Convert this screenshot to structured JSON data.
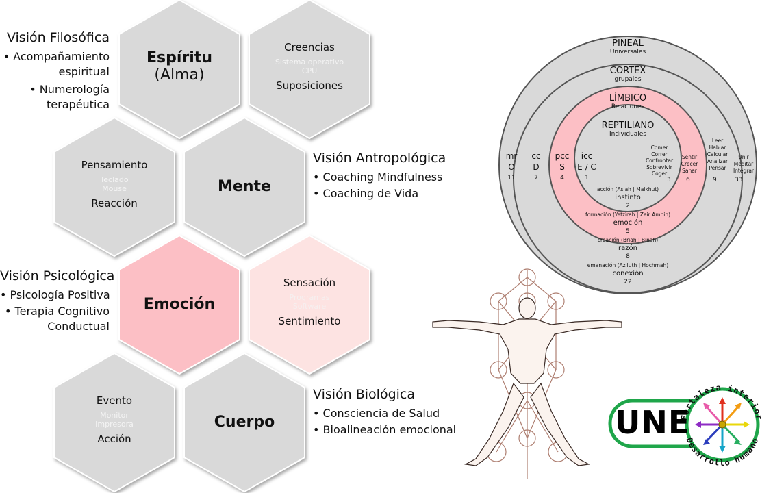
{
  "hexagons": {
    "espiritu": {
      "title": "Espíritu",
      "subtitle": "(Alma)"
    },
    "creencias": {
      "top": "Creencias",
      "faint": [
        "Sistema operativo",
        "CPU"
      ],
      "bottom": "Suposiciones"
    },
    "pensamiento": {
      "top": "Pensamiento",
      "faint": [
        "Teclado",
        "Mouse"
      ],
      "bottom": "Reacción"
    },
    "mente": {
      "title": "Mente"
    },
    "emocion": {
      "title": "Emoción"
    },
    "sensacion": {
      "top": "Sensación",
      "faint": [
        "Programas",
        "Software"
      ],
      "bottom": "Sentimiento"
    },
    "evento": {
      "top": "Evento",
      "faint": [
        "Monitor",
        "Impresora"
      ],
      "bottom": "Acción"
    },
    "cuerpo": {
      "title": "Cuerpo"
    }
  },
  "visions": {
    "filosofica": {
      "title": "Visión Filosófica",
      "items": [
        "• Acompañamiento",
        "espiritual",
        "• Numerología",
        "terapéutica"
      ]
    },
    "antropologica": {
      "title": "Visión Antropológica",
      "items": [
        "• Coaching Mindfulness",
        "• Coaching de Vida"
      ]
    },
    "psicologica": {
      "title": "Visión Psicológica",
      "items": [
        "• Psicología Positiva",
        "• Terapia Cognitivo",
        "Conductual"
      ]
    },
    "biologica": {
      "title": "Visión Biológica",
      "items": [
        "• Consciencia de Salud",
        "• Bioalineación emocional"
      ]
    }
  },
  "brain": {
    "pineal": {
      "title": "PINEAL",
      "sub": "Universales"
    },
    "cortex": {
      "title": "CORTEX",
      "sub": "grupales"
    },
    "limbico": {
      "title": "LÍMBICO",
      "sub": "Relaciones"
    },
    "reptiliano": {
      "title": "REPTILIANO",
      "sub": "Individuales"
    },
    "cols": {
      "mr": [
        "mr",
        "O",
        "11"
      ],
      "cc": [
        "cc",
        "D",
        "7"
      ],
      "pcc": [
        "pcc",
        "S",
        "4"
      ],
      "icc": [
        "icc",
        "E / C",
        "1"
      ]
    },
    "lists": {
      "rept": [
        "Comer",
        "Correr",
        "Confrontar",
        "Sobrevivir",
        "Coger"
      ],
      "rept_num": "3",
      "limb": [
        "Sentir",
        "Crecer",
        "Sanar"
      ],
      "limb_num": "6",
      "cort": [
        "Leer",
        "Hablar",
        "Calcular",
        "Analizar",
        "Pensar"
      ],
      "cort_num": "9",
      "pin": [
        "Unir",
        "Meditar",
        "Integrar"
      ],
      "pin_num": "33"
    },
    "bottom": {
      "accion": "acción (Asiah | Malkhut)",
      "instinto": "instinto",
      "n2": "2",
      "formacion": "formación (Yetzirah | Zeir Ampin)",
      "emocion": "emoción",
      "n5": "5",
      "creacion": "creación (Briah | Binah)",
      "razon": "razón",
      "n8": "8",
      "emanacion": "emanación (Aziluth | Hochmah)",
      "conexion": "conexión",
      "n22": "22"
    }
  },
  "logo": {
    "text": "UNE",
    "arc_top": "Fortaleza interior",
    "arc_bottom": "Desarrollo humano"
  },
  "colors": {
    "hex_gray": "#d9d9d9",
    "hex_pink": "#fcbfc5",
    "hex_light_pink": "#fde3e2",
    "logo_green": "#1fa64a"
  }
}
